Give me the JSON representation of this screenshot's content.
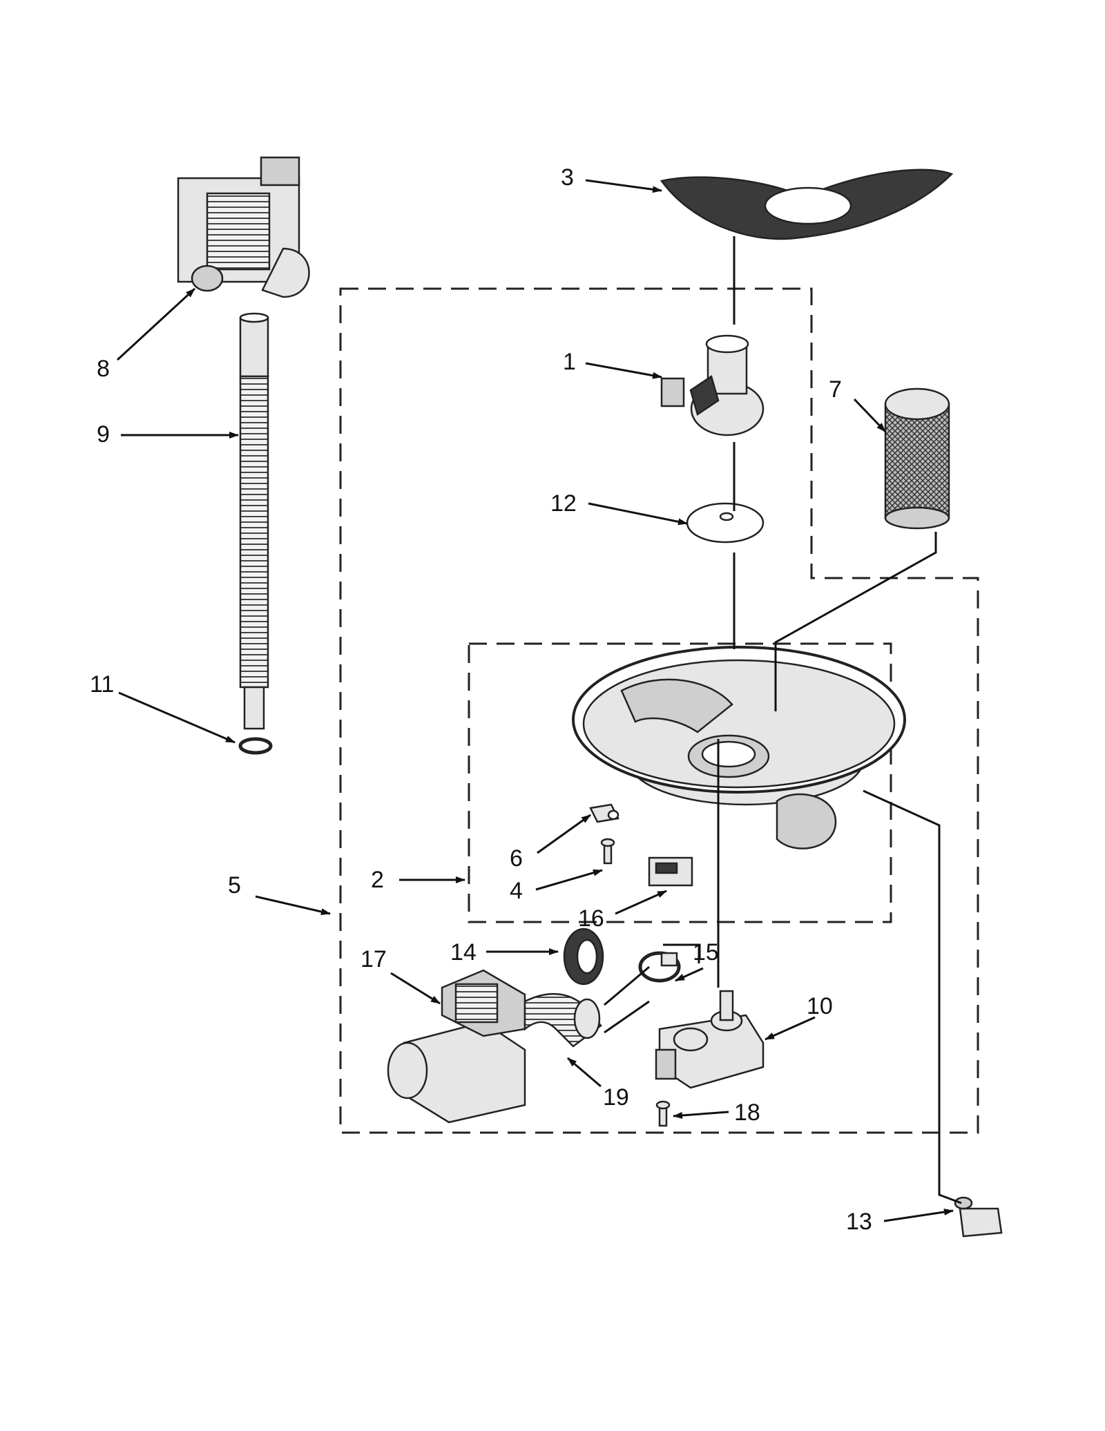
{
  "diagram": {
    "callouts": {
      "c1": "1",
      "c2": "2",
      "c3": "3",
      "c4": "4",
      "c5": "5",
      "c6": "6",
      "c7": "7",
      "c8": "8",
      "c9": "9",
      "c10": "10",
      "c11": "11",
      "c12": "12",
      "c13": "13",
      "c14": "14",
      "c15": "15",
      "c16": "16",
      "c17": "17",
      "c18": "18",
      "c19": "19"
    },
    "colors": {
      "ink": "#111111",
      "shade": "#3a3a3a",
      "fill": "#e6e6e6"
    }
  }
}
